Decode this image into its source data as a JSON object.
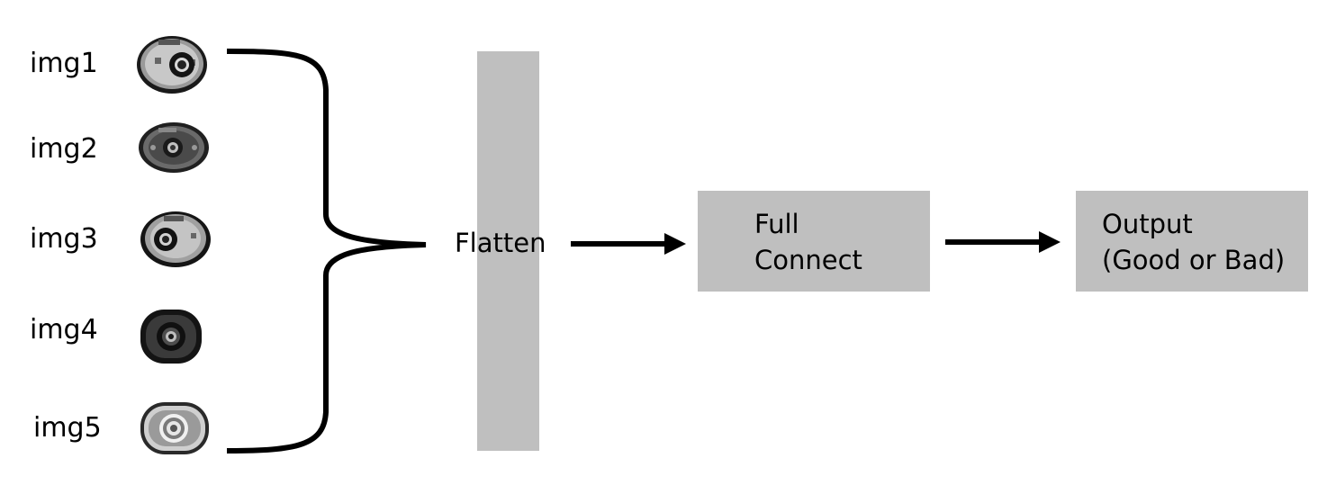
{
  "inputs": [
    {
      "label": "img1",
      "style": "ring-metal"
    },
    {
      "label": "img2",
      "style": "dark-studded"
    },
    {
      "label": "img3",
      "style": "ring-metal"
    },
    {
      "label": "img4",
      "style": "dark-rubber"
    },
    {
      "label": "img5",
      "style": "light-ring"
    }
  ],
  "flatten": {
    "label": "Flatten"
  },
  "full_connect": {
    "line1": "Full",
    "line2": "Connect"
  },
  "output": {
    "line1": "Output",
    "line2": "(Good or Bad)"
  },
  "colors": {
    "box_fill": "#bfbfbf",
    "stroke": "#000000",
    "background": "#ffffff"
  }
}
